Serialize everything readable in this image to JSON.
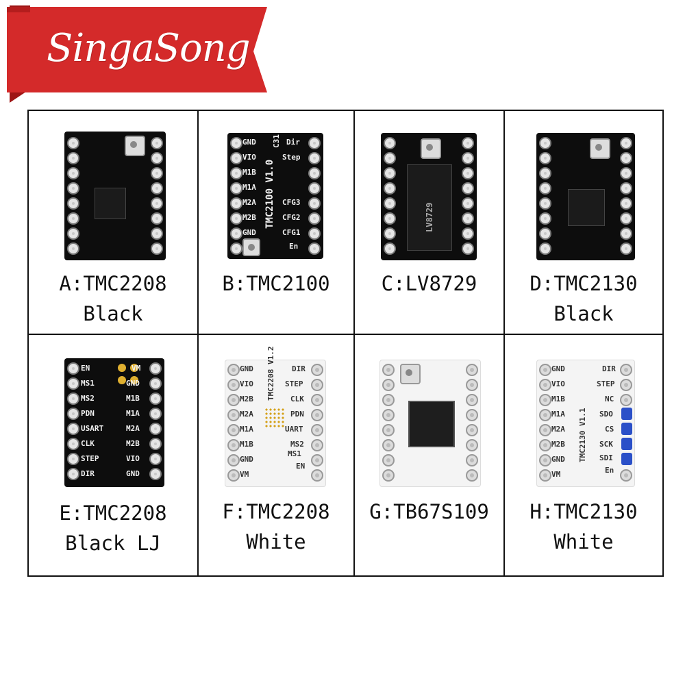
{
  "brand": {
    "name": "SingaSong",
    "ribbon_color": "#d42a2a",
    "ribbon_dark": "#9e1515"
  },
  "cells": [
    {
      "label_line1": "A:TMC2208",
      "label_line2": "Black",
      "board": {
        "color": "black",
        "chip_text": ""
      }
    },
    {
      "label_line1": "B:TMC2100",
      "label_line2": "",
      "board": {
        "color": "black",
        "version": "TMC2100 V1.0",
        "left_pins": [
          "GND",
          "VIO",
          "M1B",
          "M1A",
          "M2A",
          "M2B",
          "GND"
        ],
        "right_pins": [
          "Dir",
          "Step",
          "",
          "",
          "CFG3",
          "CFG2",
          "CFG1",
          "En"
        ],
        "extra": "C31"
      }
    },
    {
      "label_line1": "C:LV8729",
      "label_line2": "",
      "board": {
        "color": "black",
        "chip_text": "LV8729"
      }
    },
    {
      "label_line1": "D:TMC2130",
      "label_line2": "Black",
      "board": {
        "color": "black"
      }
    },
    {
      "label_line1": "E:TMC2208",
      "label_line2": "Black LJ",
      "board": {
        "color": "black",
        "left_pins": [
          "EN",
          "MS1",
          "MS2",
          "PDN",
          "USART",
          "CLK",
          "STEP",
          "DIR"
        ],
        "right_pins": [
          "VM",
          "GND",
          "M1B",
          "M1A",
          "M2A",
          "M2B",
          "VIO",
          "GND"
        ]
      }
    },
    {
      "label_line1": "F:TMC2208",
      "label_line2": "White",
      "board": {
        "color": "white",
        "version": "TMC2208 V1.2",
        "left_pins": [
          "GND",
          "VIO",
          "M2B",
          "M2A",
          "M1A",
          "M1B",
          "GND",
          "VM"
        ],
        "right_pins": [
          "DIR",
          "STEP",
          "CLK",
          "PDN",
          "UART",
          "MS2",
          "MS1",
          "EN"
        ]
      }
    },
    {
      "label_line1": "G:TB67S109",
      "label_line2": "",
      "board": {
        "color": "white"
      }
    },
    {
      "label_line1": "H:TMC2130",
      "label_line2": "White",
      "board": {
        "color": "white",
        "version": "TMC2130 V1.1",
        "left_pins": [
          "GND",
          "VIO",
          "M1B",
          "M1A",
          "M2A",
          "M2B",
          "GND",
          "VM"
        ],
        "right_pins": [
          "DIR",
          "STEP",
          "NC",
          "SDO",
          "CS",
          "SCK",
          "SDI",
          "En"
        ]
      }
    }
  ]
}
